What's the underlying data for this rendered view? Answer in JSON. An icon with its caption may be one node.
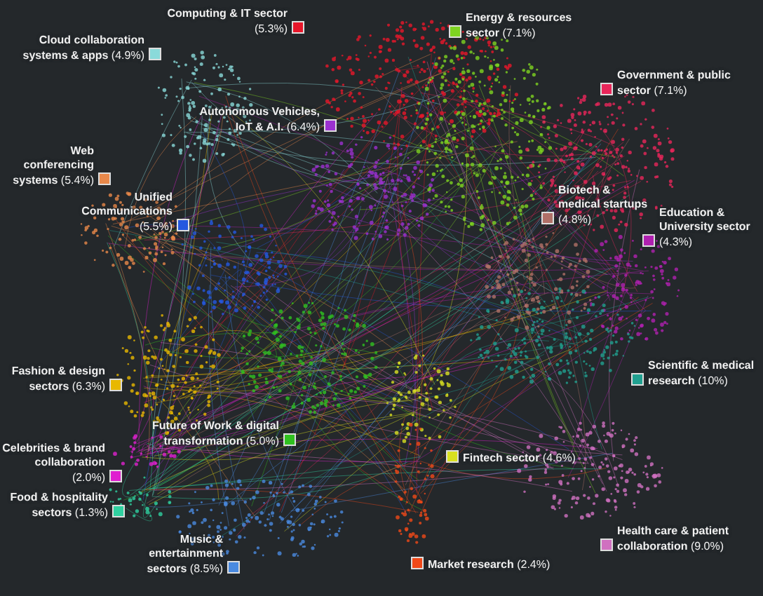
{
  "diagram": {
    "legend": [
      {
        "text": "**Computing & IT sector** (5.3%)",
        "color": "#e8162a"
      },
      {
        "text": "**Energy & resources sector** (7.1%)",
        "color": "#7ed321"
      },
      {
        "text": "**Government & public sector** (7.1%)",
        "color": "#e8265a"
      },
      {
        "text": "**Cloud collaboration systems & apps** (4.9%)",
        "color": "#8adada"
      },
      {
        "text": "**Autonomous Vehicles, IoT & A.I.** (6.4%)",
        "color": "#9b30d0"
      },
      {
        "text": "**Web conferencing systems** (5.4%)",
        "color": "#e8884a"
      },
      {
        "text": "**Unified Communications** (5.5%)",
        "color": "#2458e0"
      },
      {
        "text": "**Biotech & medical startups** (4.8%)",
        "color": "#b07068"
      },
      {
        "text": "**Education & University sector** (4.3%)",
        "color": "#b020b0"
      },
      {
        "text": "**Fashion & design sectors** (6.3%)",
        "color": "#e8b800"
      },
      {
        "text": "**Scientific & medical research** (10%)",
        "color": "#20a090"
      },
      {
        "text": "**Future of Work & digital transformation** (5.0%)",
        "color": "#30c020"
      },
      {
        "text": "**Celebrities & brand collaboration** (2.0%)",
        "color": "#e020d0"
      },
      {
        "text": "**Food & hospitality sectors** (1.3%)",
        "color": "#30d0a0"
      },
      {
        "text": "**Fintech sector** (4.6%)",
        "color": "#d8e020"
      },
      {
        "text": "**Music & entertainment sectors** (8.5%)",
        "color": "#4a8ae0"
      },
      {
        "text": "**Market research** (2.4%)",
        "color": "#f04818"
      },
      {
        "text": "**Health care & patient collaboration** (9.0%)",
        "color": "#d070c0"
      }
    ]
  }
}
